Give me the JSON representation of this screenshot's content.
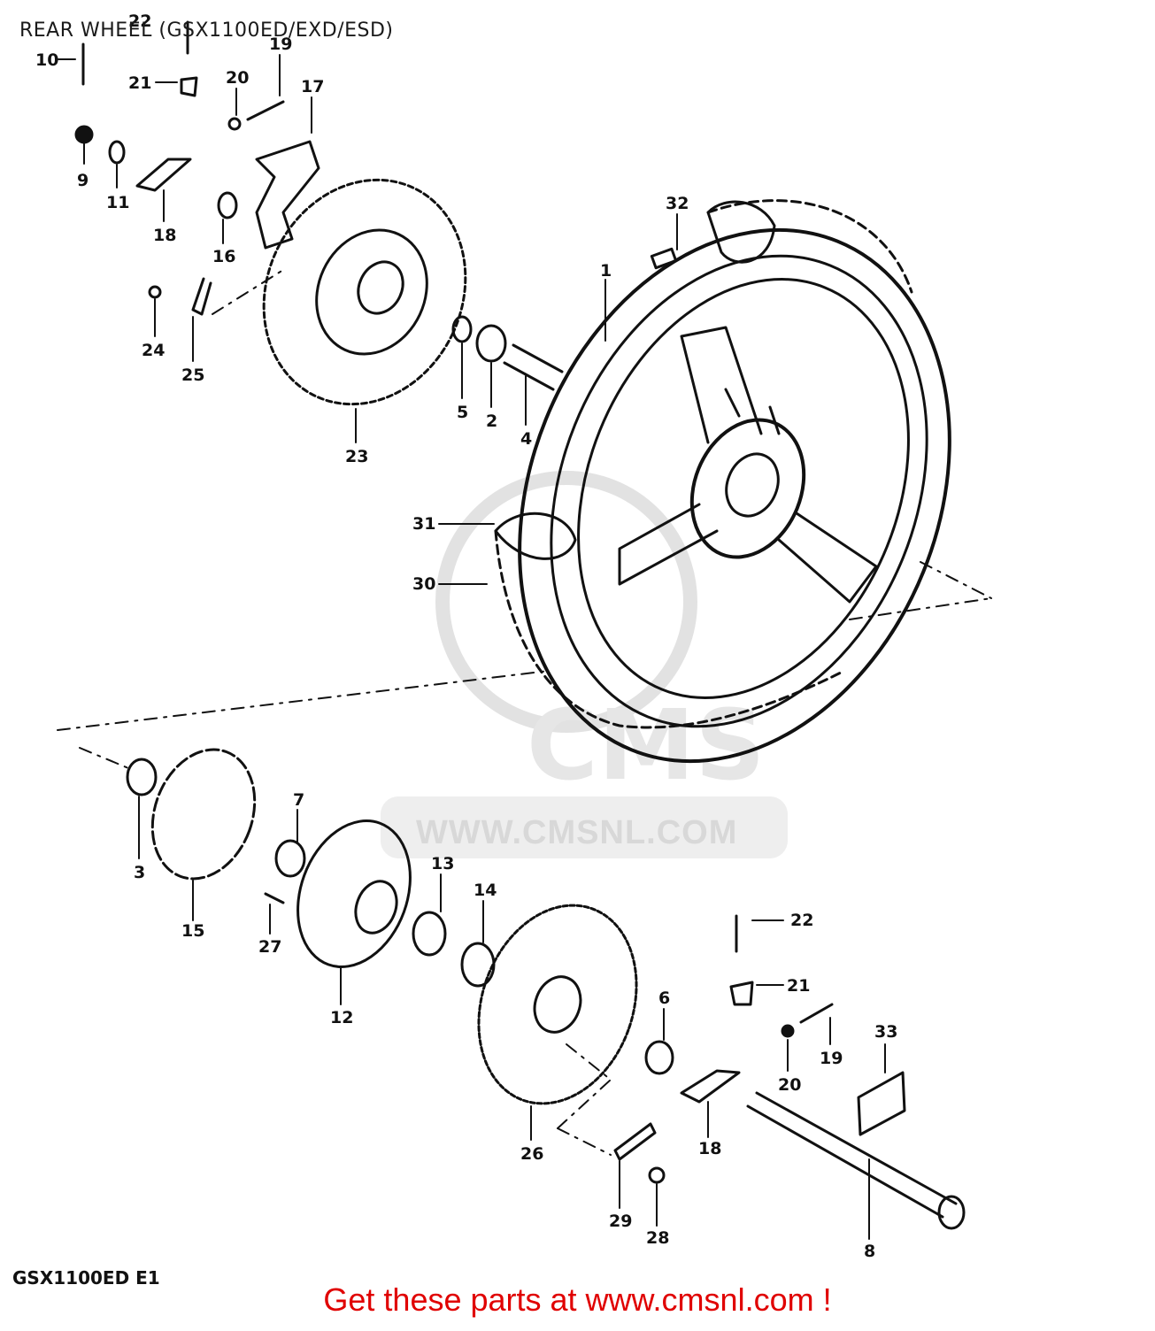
{
  "title": "REAR WHEEL (GSX1100ED/EXD/ESD)",
  "model_code": "GSX1100ED E1",
  "watermark": {
    "logo": "CMS",
    "url": "WWW.CMSNL.COM"
  },
  "promo": "Get these parts at www.cmsnl.com !",
  "callouts": [
    {
      "id": "c22a",
      "num": "22"
    },
    {
      "id": "c10",
      "num": "10"
    },
    {
      "id": "c19a",
      "num": "19"
    },
    {
      "id": "c21a",
      "num": "21"
    },
    {
      "id": "c20a",
      "num": "20"
    },
    {
      "id": "c17",
      "num": "17"
    },
    {
      "id": "c9",
      "num": "9"
    },
    {
      "id": "c11",
      "num": "11"
    },
    {
      "id": "c18a",
      "num": "18"
    },
    {
      "id": "c16",
      "num": "16"
    },
    {
      "id": "c24",
      "num": "24"
    },
    {
      "id": "c25",
      "num": "25"
    },
    {
      "id": "c23",
      "num": "23"
    },
    {
      "id": "c32",
      "num": "32"
    },
    {
      "id": "c1",
      "num": "1"
    },
    {
      "id": "c5",
      "num": "5"
    },
    {
      "id": "c2",
      "num": "2"
    },
    {
      "id": "c4",
      "num": "4"
    },
    {
      "id": "c31",
      "num": "31"
    },
    {
      "id": "c30",
      "num": "30"
    },
    {
      "id": "c3",
      "num": "3"
    },
    {
      "id": "c15",
      "num": "15"
    },
    {
      "id": "c7",
      "num": "7"
    },
    {
      "id": "c27",
      "num": "27"
    },
    {
      "id": "c12",
      "num": "12"
    },
    {
      "id": "c13",
      "num": "13"
    },
    {
      "id": "c14",
      "num": "14"
    },
    {
      "id": "c26",
      "num": "26"
    },
    {
      "id": "c6",
      "num": "6"
    },
    {
      "id": "c22b",
      "num": "22"
    },
    {
      "id": "c21b",
      "num": "21"
    },
    {
      "id": "c19b",
      "num": "19"
    },
    {
      "id": "c20b",
      "num": "20"
    },
    {
      "id": "c33",
      "num": "33"
    },
    {
      "id": "c18b",
      "num": "18"
    },
    {
      "id": "c29",
      "num": "29"
    },
    {
      "id": "c28",
      "num": "28"
    },
    {
      "id": "c8",
      "num": "8"
    }
  ]
}
